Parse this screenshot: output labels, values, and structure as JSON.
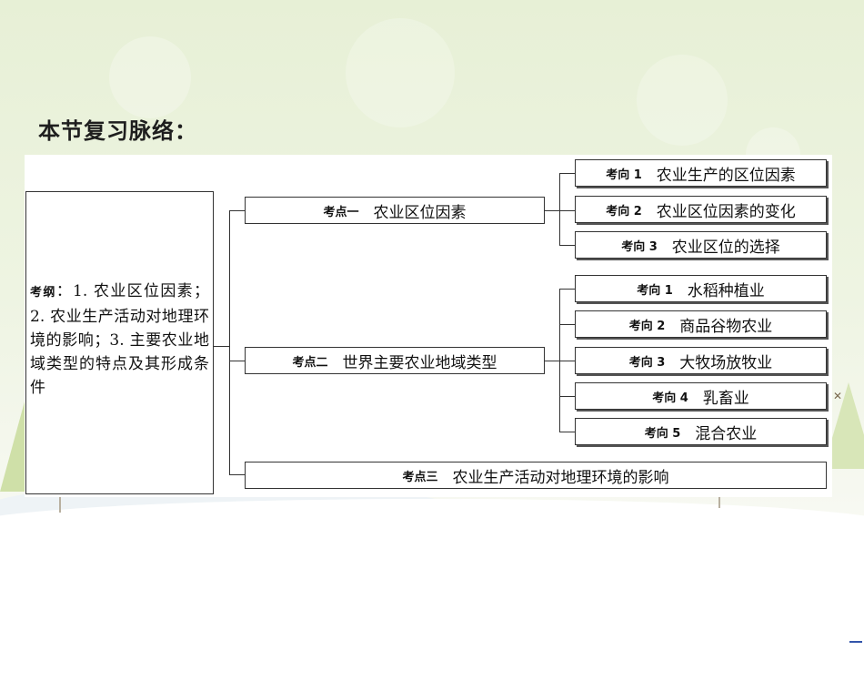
{
  "heading": "本节复习脉络：",
  "root": {
    "label": "考纲",
    "text": "：1. 农业区位因素；2. 农业生产活动对地理环境的影响；3. 主要农业地域类型的特点及其形成条件"
  },
  "points": [
    {
      "label": "考点一",
      "text": "农业区位因素"
    },
    {
      "label": "考点二",
      "text": "世界主要农业地域类型"
    },
    {
      "label": "考点三",
      "text": "农业生产活动对地理环境的影响"
    }
  ],
  "directions": [
    {
      "label": "考向 1",
      "text": "农业生产的区位因素"
    },
    {
      "label": "考向 2",
      "text": "农业区位因素的变化"
    },
    {
      "label": "考向 3",
      "text": "农业区位的选择"
    },
    {
      "label": "考向 1",
      "text": "水稻种植业"
    },
    {
      "label": "考向 2",
      "text": "商品谷物农业"
    },
    {
      "label": "考向 3",
      "text": "大牧场放牧业"
    },
    {
      "label": "考向 4",
      "text": "乳畜业"
    },
    {
      "label": "考向 5",
      "text": "混合农业"
    }
  ]
}
